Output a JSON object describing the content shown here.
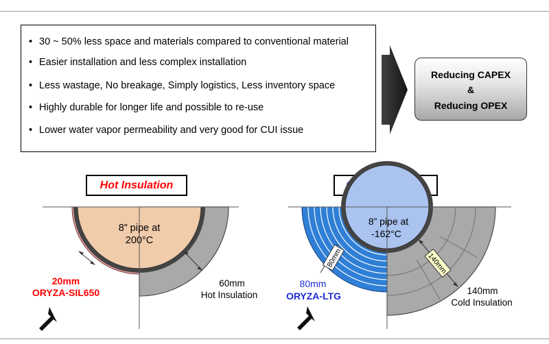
{
  "benefits": [
    "30 ~ 50% less space and materials compared to conventional material",
    "Easier installation and less complex installation",
    "Less wastage, No breakage, Simply logistics, Less inventory space",
    "Highly durable for longer life and possible to re-use",
    "Lower water vapor permeability and very good for CUI issue"
  ],
  "bullet": "•",
  "result": {
    "line1": "Reducing  CAPEX",
    "amp": "&",
    "line2": "Reducing  OPEX"
  },
  "hot": {
    "title": "Hot Insulation",
    "pipe_line1": "8” pipe at",
    "pipe_line2": "200°C",
    "orzya_thickness": "20mm",
    "orzya_name": "ORYZA-SIL650",
    "conv_thickness": "60mm",
    "conv_name": "Hot Insulation"
  },
  "cold": {
    "title": "Cold Insulation",
    "pipe_line1": "8” pipe at",
    "pipe_line2": "-162°C",
    "orzya_thickness": "80mm",
    "orzya_name": "ORYZA-LTG",
    "orzya_dim": "80mm",
    "conv_dim": "140mm",
    "conv_thickness": "140mm",
    "conv_name": "Cold Insulation"
  },
  "colors": {
    "hot_title": "#ff0000",
    "cold_title": "#1f2bd6",
    "oryza_sil": "#f4a3a3",
    "oryza_ltg": "#2f7fd6",
    "conventional": "#a9a9a9",
    "hot_pipe": "#f1ccab",
    "cold_pipe": "#aac3ef"
  }
}
